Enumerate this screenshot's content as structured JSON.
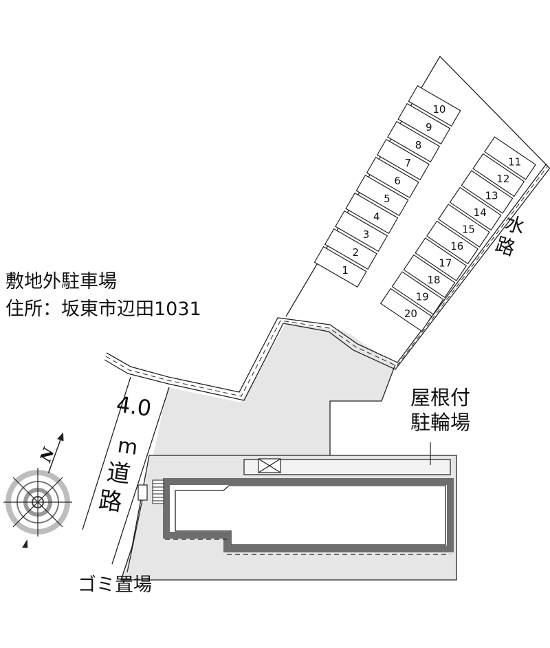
{
  "site": {
    "heading": "敷地外駐車場",
    "address": "住所：坂東市辺田1031"
  },
  "labels": {
    "road_width": "4.0",
    "road_unit": "m",
    "road_char1": "道",
    "road_char2": "路",
    "water_char1": "水",
    "water_char2": "路",
    "roof_line1": "屋根付",
    "roof_line2": "駐輪場",
    "trash": "ゴミ置場",
    "north": "N"
  },
  "parking": {
    "left_column": [
      "10",
      "9",
      "8",
      "7",
      "6",
      "5",
      "4",
      "3",
      "2",
      "1"
    ],
    "right_column": [
      "11",
      "12",
      "13",
      "14",
      "15",
      "16",
      "17",
      "18",
      "19",
      "20"
    ]
  },
  "colors": {
    "ground_gray": "#e6e6e6",
    "line": "#222222",
    "building_wall": "#6e6e6e"
  }
}
